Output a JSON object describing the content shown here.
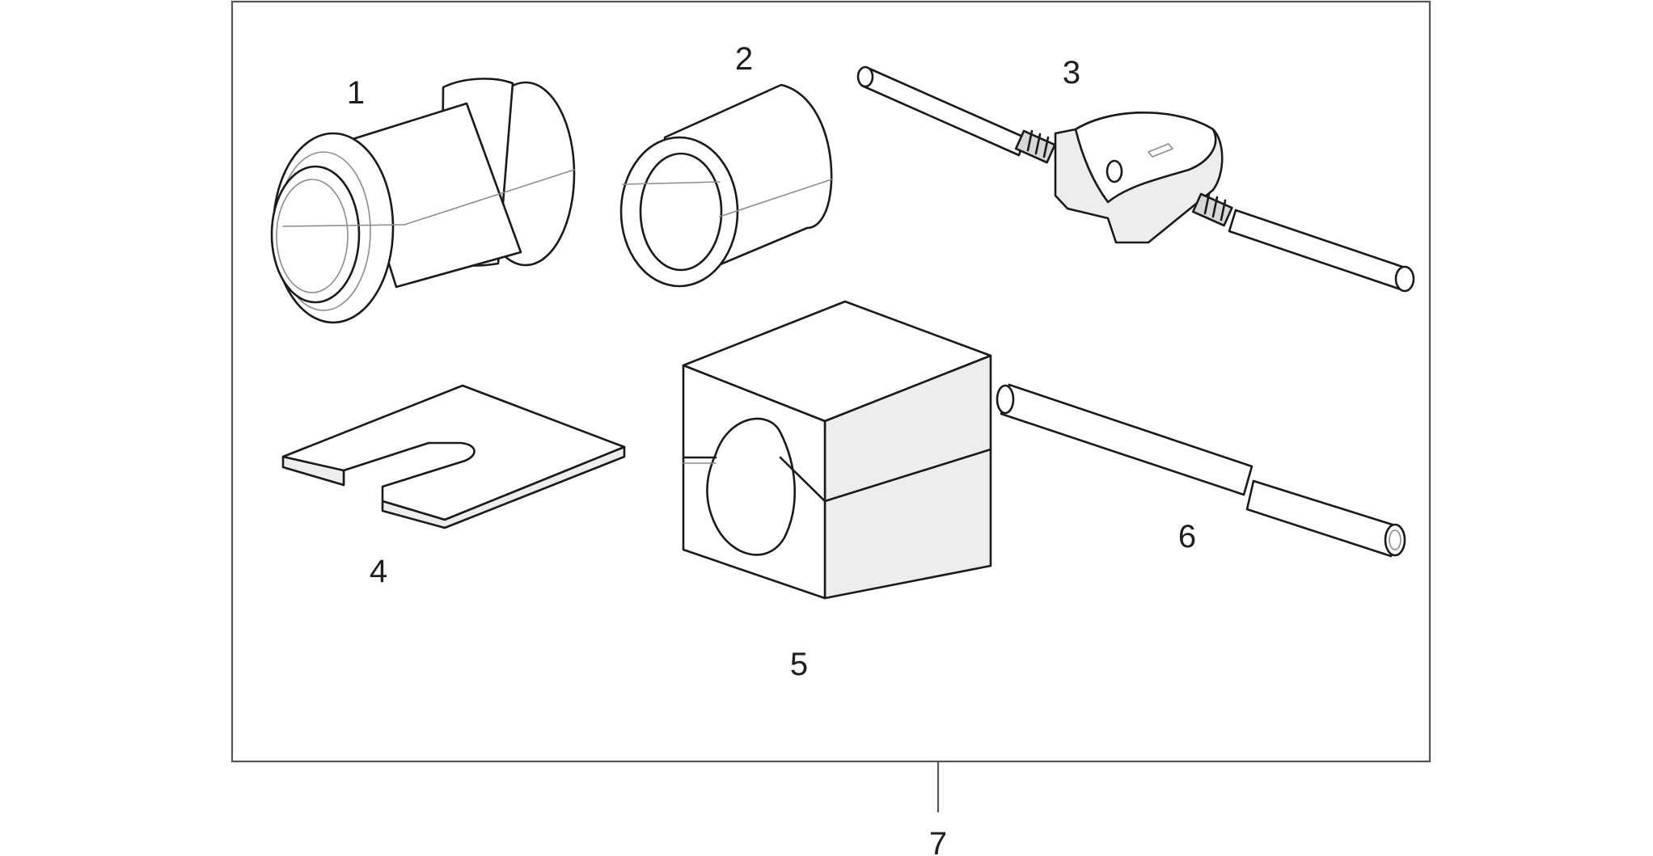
{
  "callouts": {
    "part_1": "1",
    "part_2": "2",
    "part_3": "3",
    "part_4": "4",
    "part_5": "5",
    "part_6": "6",
    "kit_7": "7"
  }
}
